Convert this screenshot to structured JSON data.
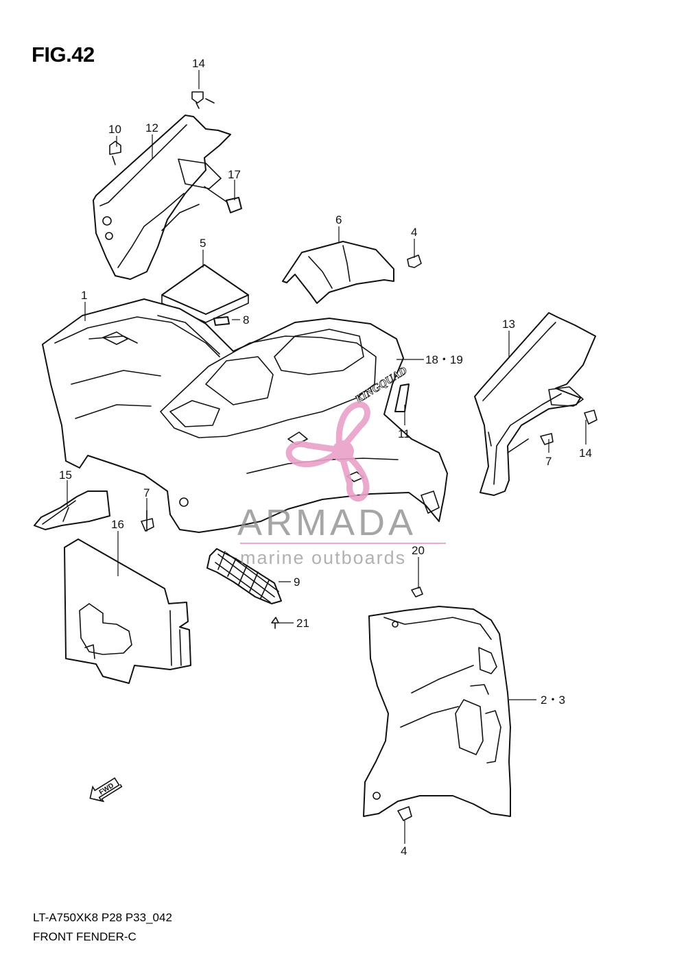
{
  "figure_title": "FIG.42",
  "footer": {
    "model_code": "LT-A750XK8 P28 P33_042",
    "diagram_name": "FRONT FENDER-C"
  },
  "labels": {
    "p1": "1",
    "p2_3": "2・3",
    "p4_top": "4",
    "p4_bottom": "4",
    "p5": "5",
    "p6": "6",
    "p7_left": "7",
    "p7_right": "7",
    "p8": "8",
    "p9": "9",
    "p10": "10",
    "p11": "11",
    "p12": "12",
    "p13": "13",
    "p14_top": "14",
    "p14_right": "14",
    "p15": "15",
    "p16": "16",
    "p17": "17",
    "p18_19": "18・19",
    "p20": "20",
    "p21": "21"
  },
  "fwd_marker": "FWD",
  "fender_logo": "KINGQUAD",
  "watermark": {
    "brand": "ARMADA",
    "tagline": "marine outboards",
    "color": "#e8a0c8"
  }
}
